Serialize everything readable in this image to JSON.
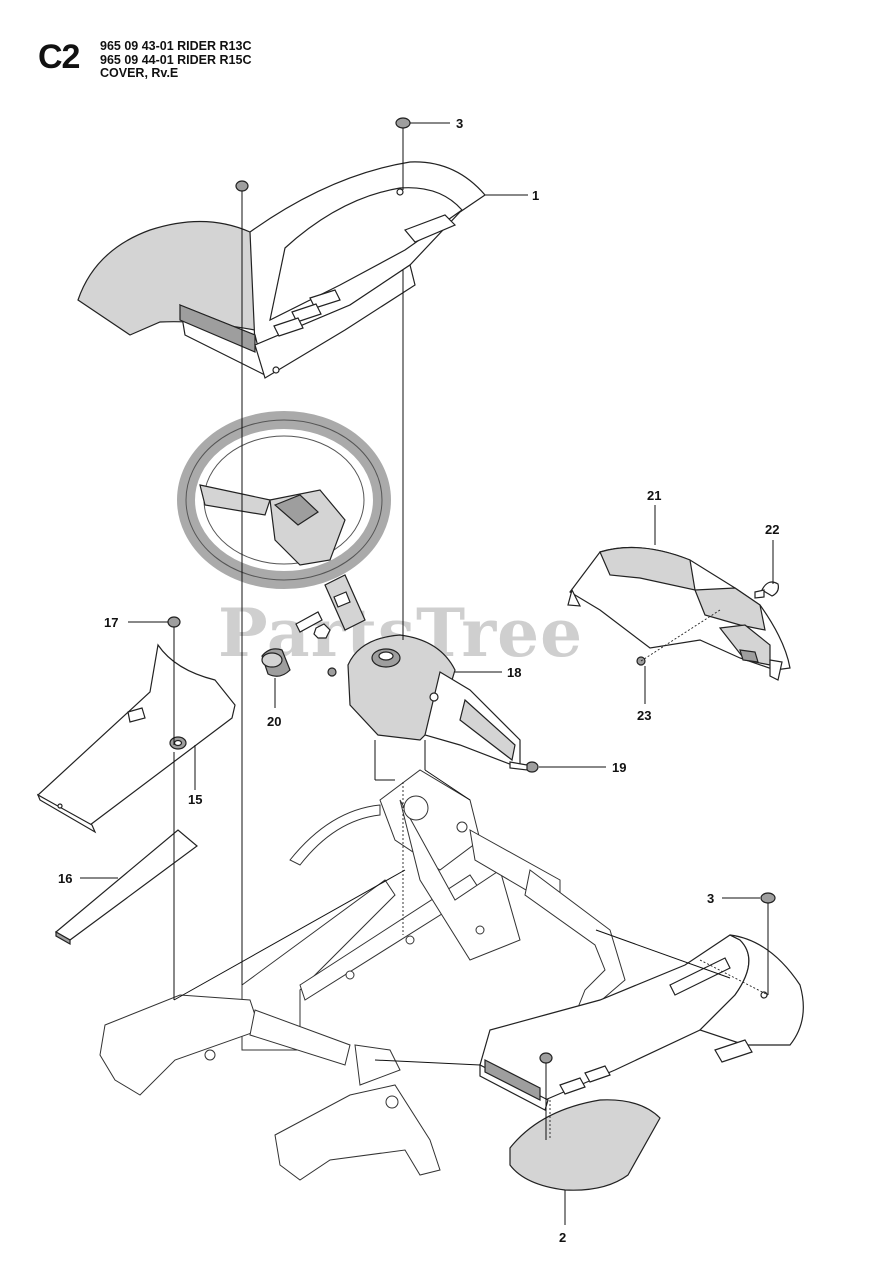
{
  "header": {
    "sheet_code": "C2",
    "lines": [
      "965 09 43-01 RIDER R13C",
      "965 09 44-01 RIDER R15C",
      "COVER, Rv.E"
    ]
  },
  "watermark": {
    "text": "PartsTree",
    "trademark": "TM"
  },
  "callouts": [
    "1",
    "2",
    "3",
    "3",
    "15",
    "16",
    "17",
    "18",
    "19",
    "20",
    "21",
    "22",
    "23"
  ]
}
